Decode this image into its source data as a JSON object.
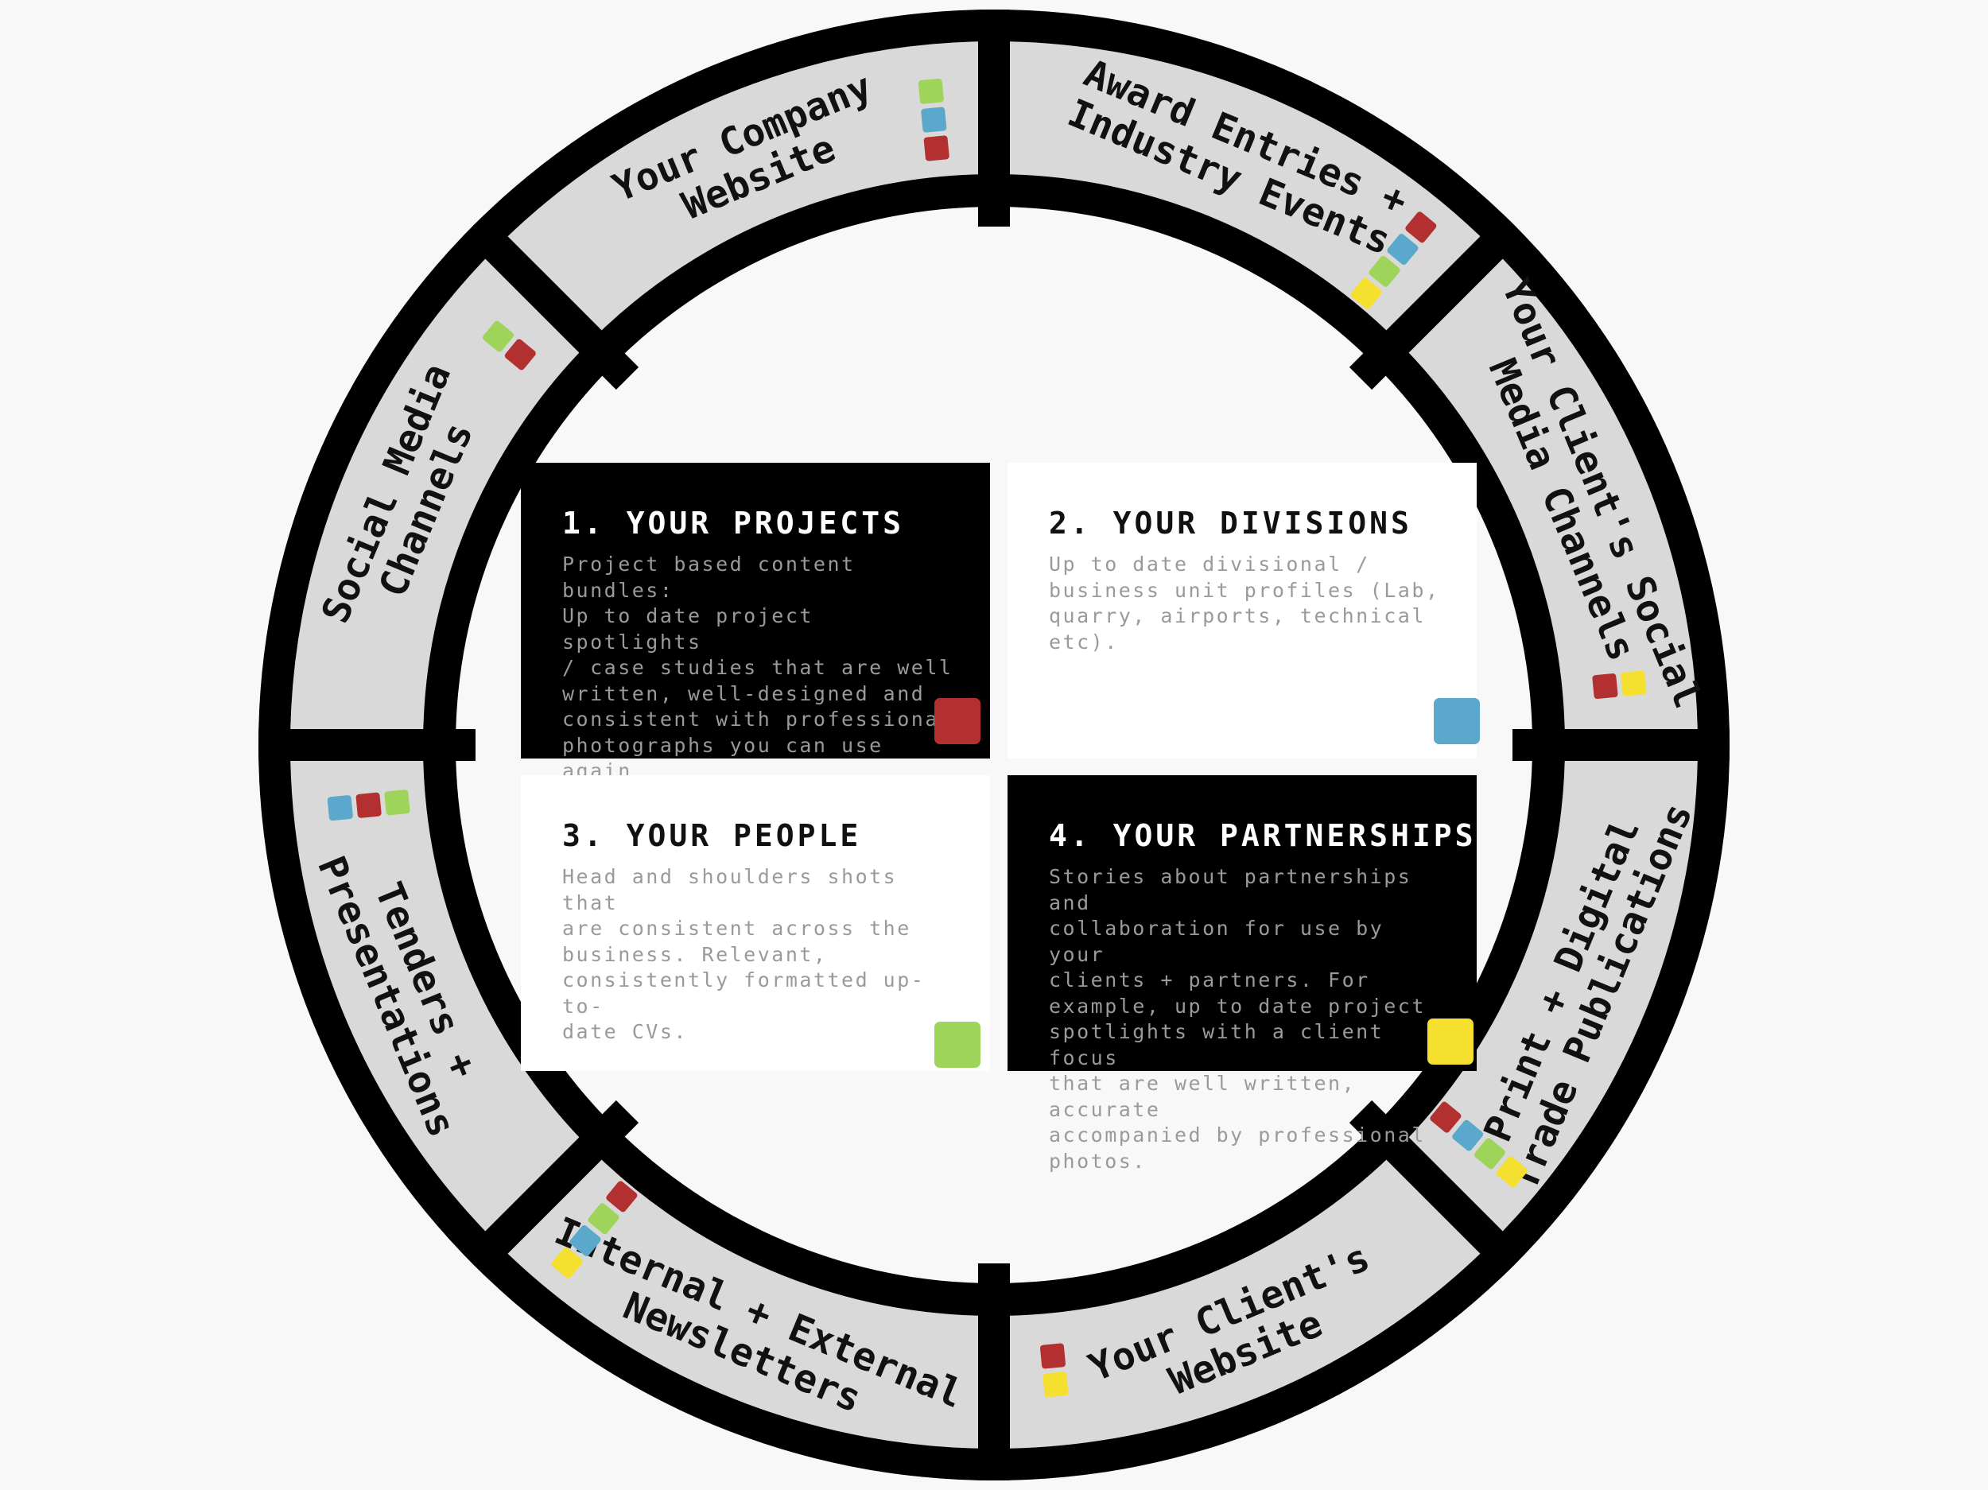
{
  "colors": {
    "background": "#f8f8f8",
    "ring": "#000000",
    "segment": "#d9d9d9",
    "red": "#b23030",
    "blue": "#5aa8cc",
    "green": "#9ed459",
    "yellow": "#f5e02f"
  },
  "segments": [
    {
      "id": "social-media-channels",
      "lines": [
        "Social Media",
        "Channels"
      ],
      "chips": [
        "green",
        "red"
      ]
    },
    {
      "id": "your-company-website",
      "lines": [
        "Your Company",
        "Website"
      ],
      "chips": [
        "green",
        "blue",
        "red"
      ]
    },
    {
      "id": "award-entries-industry-events",
      "lines": [
        "Award Entries +",
        "Industry Events"
      ],
      "chips": [
        "red",
        "blue",
        "green",
        "yellow"
      ]
    },
    {
      "id": "your-clients-social-media-channels",
      "lines": [
        "Your Client's Social",
        "Media Channels"
      ],
      "chips": [
        "yellow",
        "red"
      ]
    },
    {
      "id": "print-digital-trade-publications",
      "lines": [
        "Print + Digital",
        "Trade Publications"
      ],
      "chips": [
        "yellow",
        "green",
        "blue",
        "red"
      ]
    },
    {
      "id": "your-clients-website",
      "lines": [
        "Your Client's",
        "Website"
      ],
      "chips": [
        "yellow",
        "red"
      ]
    },
    {
      "id": "internal-external-newsletters",
      "lines": [
        "Internal + External",
        "Newsletters"
      ],
      "chips": [
        "yellow",
        "blue",
        "green",
        "red"
      ]
    },
    {
      "id": "tenders-presentations",
      "lines": [
        "Tenders +",
        "Presentations"
      ],
      "chips": [
        "blue",
        "red",
        "green"
      ]
    }
  ],
  "cards": [
    {
      "title": "1. YOUR PROJECTS",
      "description": "Project based content bundles:\nUp to date project spotlights\n/ case studies that are well\nwritten, well-designed and\nconsistent with professional\nphotographs you can use again\nand again.",
      "chip": "red"
    },
    {
      "title": "2. YOUR DIVISIONS",
      "description": "Up to date divisional /\nbusiness unit profiles (Lab,\nquarry, airports, technical\netc).",
      "chip": "blue"
    },
    {
      "title": "3. YOUR PEOPLE",
      "description": "Head and shoulders shots that\nare consistent across the\nbusiness. Relevant,\nconsistently formatted up-to-\ndate CVs.",
      "chip": "green"
    },
    {
      "title": "4. YOUR PARTNERSHIPS",
      "description": "Stories about partnerships and\ncollaboration for use by your\nclients + partners. For\nexample, up to date project\nspotlights with a client focus\nthat are well written, accurate\naccompanied by professional\nphotos.",
      "chip": "yellow"
    }
  ]
}
